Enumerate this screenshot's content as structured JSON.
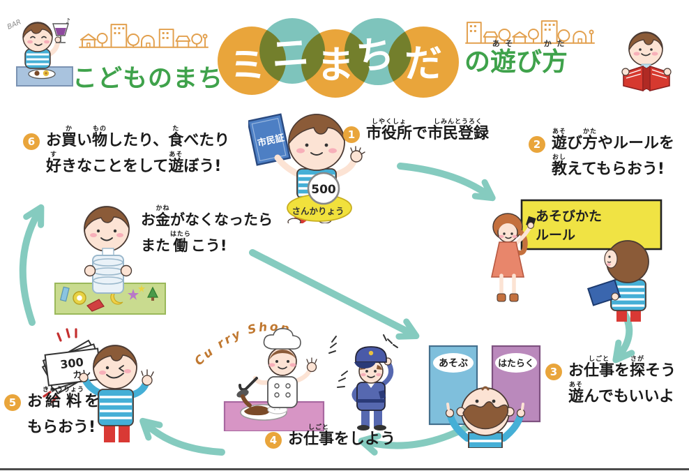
{
  "colors": {
    "title_green": "#3FA24B",
    "circle_orange": "#E9A53B",
    "circle_teal": "#7EC4BC",
    "arrow_teal": "#85CBBF",
    "skyline_orange": "#E2A04E",
    "text_black": "#1A1A1A"
  },
  "header": {
    "bar_sign": "BAR",
    "title_prefix": "こどものまち",
    "logo_circles": [
      {
        "char": "ミ"
      },
      {
        "char": "ニ"
      },
      {
        "char": "ま"
      },
      {
        "char": "ち"
      },
      {
        "char": "だ"
      }
    ],
    "title_suffix_segments": [
      {
        "b": "の"
      },
      {
        "b": "遊",
        "r": "あそ"
      },
      {
        "b": "び"
      },
      {
        "b": "方",
        "r": "かた"
      }
    ]
  },
  "steps": [
    {
      "num": "1",
      "lines": [
        [
          {
            "b": "市役所",
            "r": "しやくしょ"
          },
          {
            "b": "で"
          },
          {
            "b": "市民登録",
            "r": "しみんとうろく"
          }
        ]
      ]
    },
    {
      "num": "2",
      "lines": [
        [
          {
            "b": "遊",
            "r": "あそ"
          },
          {
            "b": "び"
          },
          {
            "b": "方",
            "r": "かた"
          },
          {
            "b": "やルールを"
          }
        ],
        [
          {
            "b": "教",
            "r": "おし"
          },
          {
            "b": "えてもらおう!"
          }
        ]
      ]
    },
    {
      "num": "3",
      "lines": [
        [
          {
            "b": "お"
          },
          {
            "b": "仕事",
            "r": "しごと"
          },
          {
            "b": "を"
          },
          {
            "b": "探",
            "r": "さが"
          },
          {
            "b": "そう"
          }
        ],
        [
          {
            "b": "遊",
            "r": "あそ"
          },
          {
            "b": "んでもいいよ"
          }
        ]
      ]
    },
    {
      "num": "4",
      "lines": [
        [
          {
            "b": "お"
          },
          {
            "b": "仕事",
            "r": "しごと"
          },
          {
            "b": "をしよう"
          }
        ]
      ]
    },
    {
      "num": "5",
      "lines": [
        [
          {
            "b": "お"
          },
          {
            "b": "給料",
            "r": "きゅうりょう"
          },
          {
            "b": "を"
          }
        ],
        [
          {
            "b": "もらおう!"
          }
        ]
      ]
    },
    {
      "num": "6",
      "lines": [
        [
          {
            "b": "お"
          },
          {
            "b": "買",
            "r": "か"
          },
          {
            "b": "い"
          },
          {
            "b": "物",
            "r": "もの"
          },
          {
            "b": "したり、"
          },
          {
            "b": "食",
            "r": "た"
          },
          {
            "b": "べたり"
          }
        ],
        [
          {
            "b": "好",
            "r": "す"
          },
          {
            "b": "きなことをして"
          },
          {
            "b": "遊",
            "r": "あそ"
          },
          {
            "b": "ぼう!"
          }
        ]
      ]
    }
  ],
  "note": {
    "lines": [
      [
        {
          "b": "お"
        },
        {
          "b": "金",
          "r": "かね"
        },
        {
          "b": "がなくなったら"
        }
      ],
      [
        {
          "b": "また"
        },
        {
          "b": "働",
          "r": "はたら"
        },
        {
          "b": "こう!"
        }
      ]
    ]
  },
  "illustrations": {
    "step1": {
      "card": "市民証",
      "coin": "500",
      "fee": "さんかりょう"
    },
    "step2": {
      "board_line1": "あそびかた",
      "board_line2": "ルール"
    },
    "step3": {
      "left_board": "あそぶ",
      "right_board": "はたらく"
    },
    "step4": {
      "shop_sign": "Cu rry Shop"
    },
    "step5": {
      "bill_value": "300",
      "bill_unit": "カレ"
    },
    "note_glyph": "♪"
  }
}
